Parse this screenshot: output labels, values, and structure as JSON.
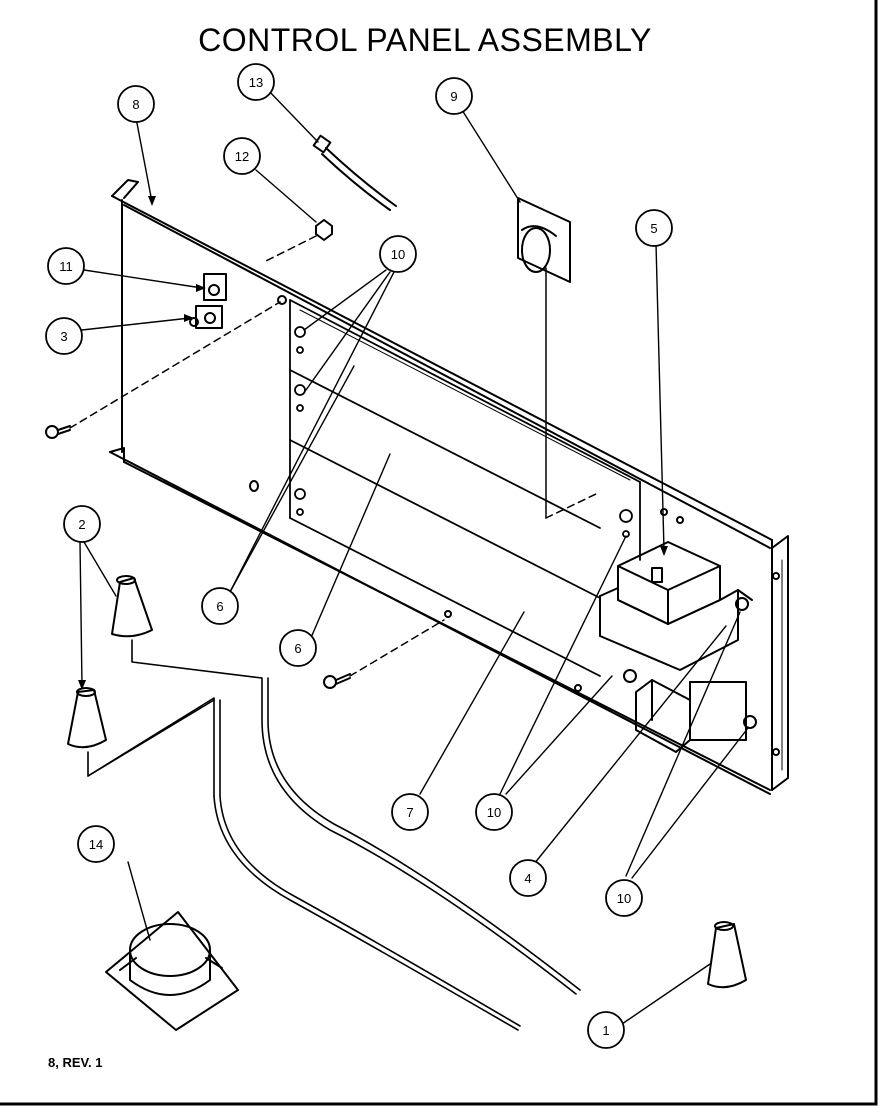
{
  "title": "CONTROL PANEL ASSEMBLY",
  "footnote": "8, REV. 1",
  "callouts": [
    {
      "id": "c13",
      "label": "13"
    },
    {
      "id": "c9",
      "label": "9"
    },
    {
      "id": "c8",
      "label": "8"
    },
    {
      "id": "c12",
      "label": "12"
    },
    {
      "id": "c10a",
      "label": "10"
    },
    {
      "id": "c5",
      "label": "5"
    },
    {
      "id": "c11",
      "label": "11"
    },
    {
      "id": "c3",
      "label": "3"
    },
    {
      "id": "c2",
      "label": "2"
    },
    {
      "id": "c6a",
      "label": "6"
    },
    {
      "id": "c6b",
      "label": "6"
    },
    {
      "id": "c7",
      "label": "7"
    },
    {
      "id": "c10b",
      "label": "10"
    },
    {
      "id": "c4",
      "label": "4"
    },
    {
      "id": "c10c",
      "label": "10"
    },
    {
      "id": "c14",
      "label": "14"
    },
    {
      "id": "c1",
      "label": "1"
    }
  ]
}
